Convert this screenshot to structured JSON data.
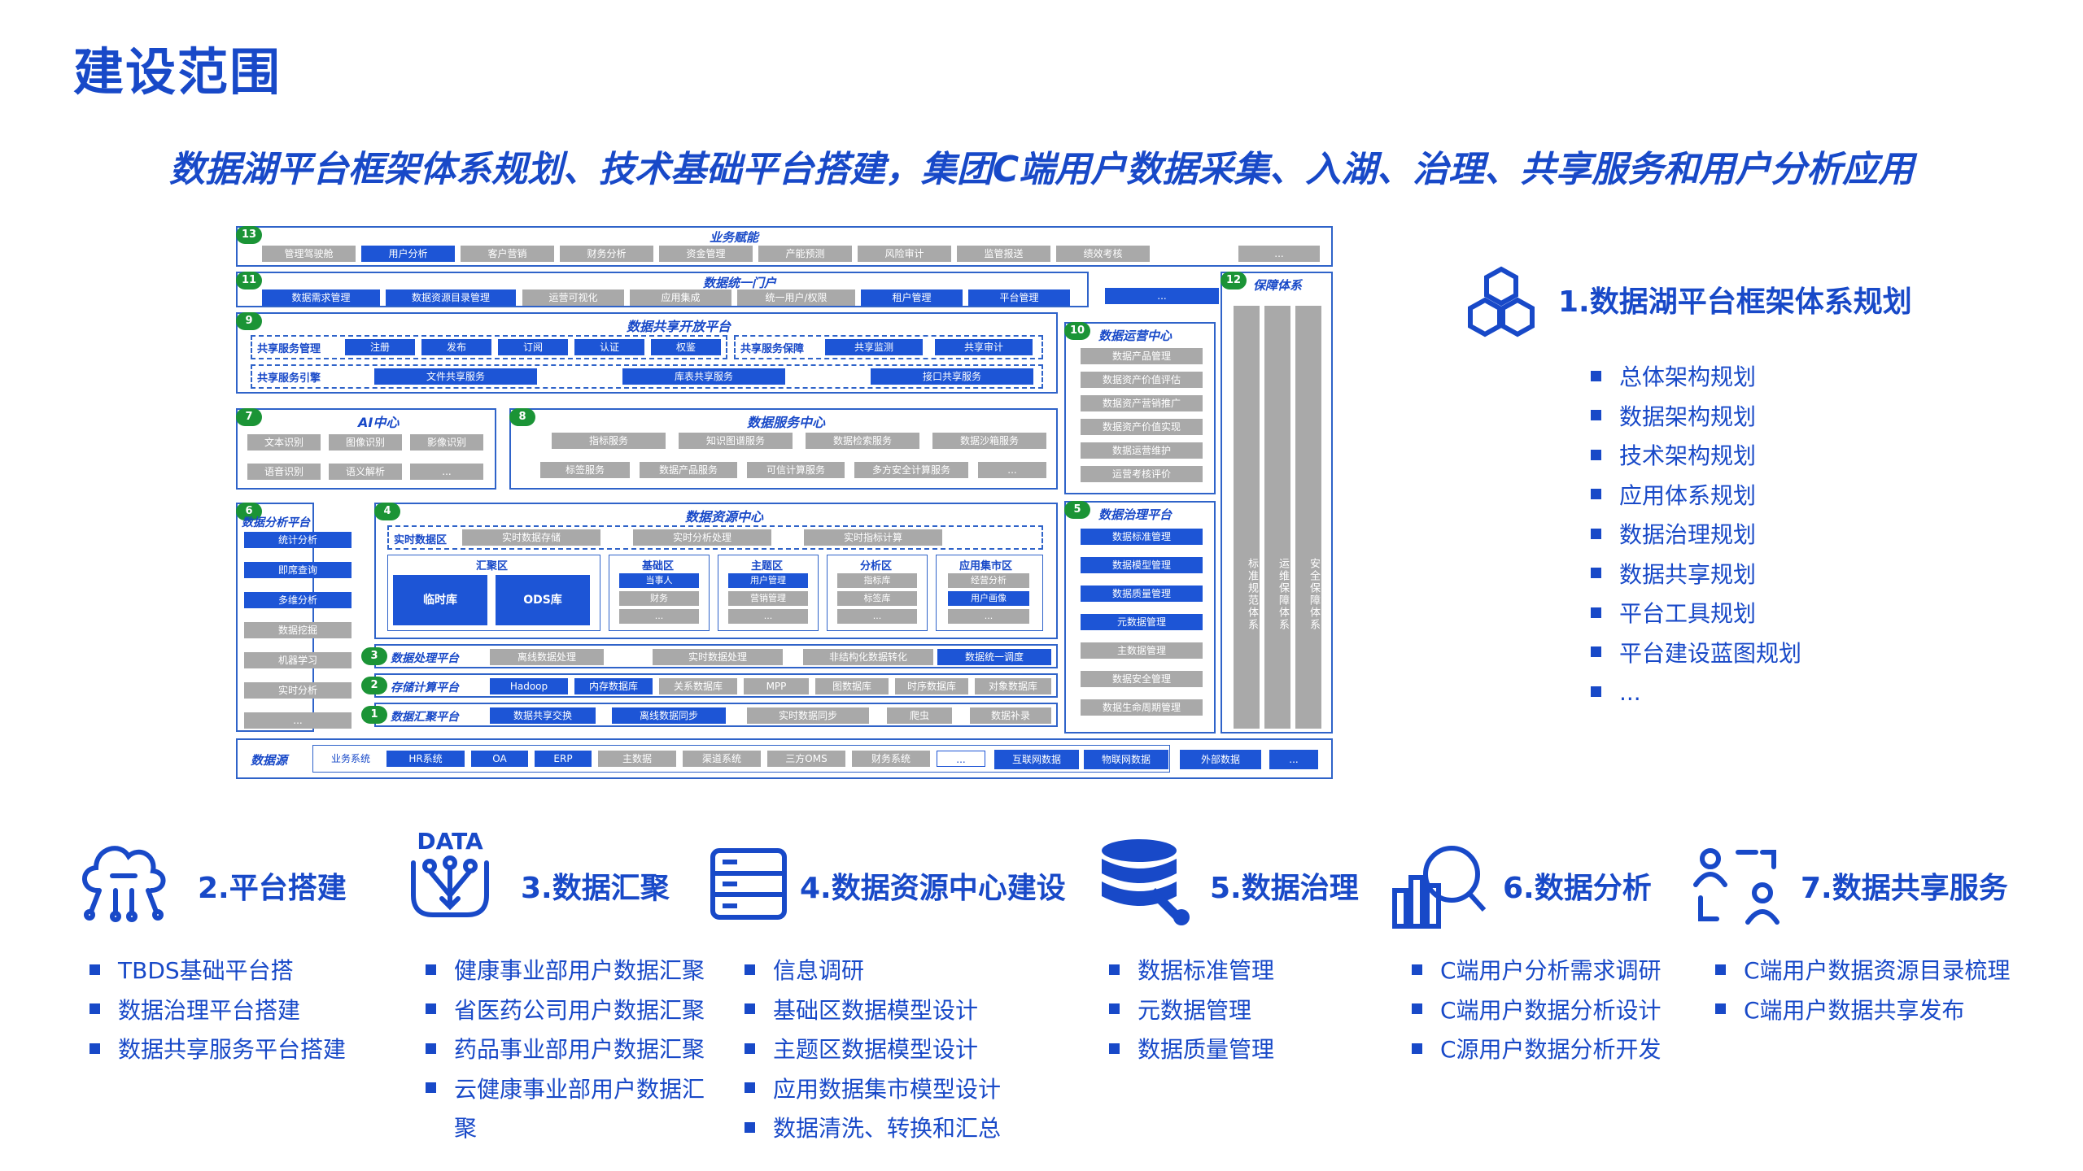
{
  "title": "建设范围",
  "subtitle": "数据湖平台框架体系规划、技术基础平台搭建，集团C端用户数据采集、入湖、治理、共享服务和用户分析应用",
  "arch": {
    "l13": {
      "num": "13",
      "label": "业务赋能",
      "items": [
        "管理驾驶舱",
        "用户分析",
        "客户营销",
        "财务分析",
        "资金管理",
        "产能预测",
        "风险审计",
        "监管报送",
        "绩效考核",
        "..."
      ]
    },
    "l11": {
      "num": "11",
      "label": "数据统一门户",
      "items": [
        "数据需求管理",
        "数据资源目录管理",
        "运营可视化",
        "应用集成",
        "统一用户/权限",
        "租户管理",
        "平台管理",
        "..."
      ]
    },
    "l12": {
      "num": "12",
      "label": "保障体系",
      "cols": [
        "标准规范体系",
        "运维保障体系",
        "安全保障体系"
      ]
    },
    "l9": {
      "num": "9",
      "label": "数据共享开放平台",
      "mgmt_label": "共享服务管理",
      "mgmt": [
        "注册",
        "发布",
        "订阅",
        "认证",
        "权鉴"
      ],
      "guard_label": "共享服务保障",
      "guard": [
        "共享监测",
        "共享审计"
      ],
      "engine_label": "共享服务引擎",
      "engine": [
        "文件共享服务",
        "库表共享服务",
        "接口共享服务"
      ]
    },
    "l10": {
      "num": "10",
      "label": "数据运营中心",
      "items": [
        "数据产品管理",
        "数据资产价值评估",
        "数据资产营销推广",
        "数据资产价值实现",
        "数据运营维护",
        "运营考核评价"
      ]
    },
    "l7": {
      "num": "7",
      "label": "AI中心",
      "items": [
        "文本识别",
        "图像识别",
        "影像识别",
        "语音识别",
        "语义解析",
        "..."
      ]
    },
    "l8": {
      "num": "8",
      "label": "数据服务中心",
      "items": [
        "指标服务",
        "知识图谱服务",
        "数据检索服务",
        "数据沙箱服务",
        "标签服务",
        "数据产品服务",
        "可信计算服务",
        "多方安全计算服务",
        "..."
      ]
    },
    "l6": {
      "num": "6",
      "label": "数据分析平台",
      "items": [
        "统计分析",
        "即席查询",
        "多维分析",
        "数据挖掘",
        "机器学习",
        "实时分析",
        "..."
      ]
    },
    "l4": {
      "num": "4",
      "label": "数据资源中心",
      "rt_label": "实时数据区",
      "rt": [
        "实时数据存储",
        "实时分析处理",
        "实时指标计算"
      ],
      "hub_label": "汇聚区",
      "hub": [
        "临时库",
        "ODS库"
      ],
      "base_label": "基础区",
      "base": [
        "当事人",
        "财务",
        "..."
      ],
      "theme_label": "主题区",
      "theme": [
        "用户管理",
        "营销管理",
        "..."
      ],
      "ana_label": "分析区",
      "ana": [
        "指标库",
        "标签库",
        "..."
      ],
      "mart_label": "应用集市区",
      "mart": [
        "经营分析",
        "用户画像",
        "..."
      ]
    },
    "l5": {
      "num": "5",
      "label": "数据治理平台",
      "items": [
        "数据标准管理",
        "数据模型管理",
        "数据质量管理",
        "元数据管理",
        "主数据管理",
        "数据安全管理",
        "数据生命周期管理"
      ]
    },
    "l3": {
      "num": "3",
      "label": "数据处理平台",
      "items": [
        "离线数据处理",
        "实时数据处理",
        "非结构化数据转化",
        "数据统一调度"
      ]
    },
    "l2": {
      "num": "2",
      "label": "存储计算平台",
      "items": [
        "Hadoop",
        "内存数据库",
        "关系数据库",
        "MPP",
        "图数据库",
        "时序数据库",
        "对象数据库"
      ]
    },
    "l1": {
      "num": "1",
      "label": "数据汇聚平台",
      "items": [
        "数据共享交换",
        "离线数据同步",
        "实时数据同步",
        "爬虫",
        "数据补录"
      ]
    },
    "src": {
      "label": "数据源",
      "inner": [
        "业务系统",
        "HR系统",
        "OA",
        "ERP",
        "主数据",
        "渠道系统",
        "三方OMS",
        "财务系统",
        "..."
      ],
      "outer": [
        "互联网数据",
        "物联网数据",
        "外部数据",
        "..."
      ]
    }
  },
  "plan": {
    "title": "1.数据湖平台框架体系规划",
    "items": [
      "总体架构规划",
      "数据架构规划",
      "技术架构规划",
      "应用体系规划",
      "数据治理规划",
      "数据共享规划",
      "平台工具规划",
      "平台建设蓝图规划",
      "..."
    ]
  },
  "sections": [
    {
      "title": "2.平台搭建",
      "icon": "cloud-network-icon",
      "items": [
        "TBDS基础平台搭",
        "数据治理平台搭建",
        "数据共享服务平台搭建"
      ]
    },
    {
      "title": "3.数据汇聚",
      "icon": "data-converge-icon",
      "icon_text": "DATA",
      "items": [
        "健康事业部用户数据汇聚",
        "省医药公司用户数据汇聚",
        "药品事业部用户数据汇聚",
        "云健康事业部用户数据汇",
        "聚"
      ]
    },
    {
      "title": "4.数据资源中心建设",
      "icon": "database-form-icon",
      "items": [
        "信息调研",
        "基础区数据模型设计",
        "主题区数据模型设计",
        "应用数据集市模型设计",
        "数据清洗、转换和汇总"
      ]
    },
    {
      "title": "5.数据治理",
      "icon": "database-wrench-icon",
      "items": [
        "数据标准管理",
        "元数据管理",
        "数据质量管理"
      ]
    },
    {
      "title": "6.数据分析",
      "icon": "bar-chart-magnifier-icon",
      "items": [
        "C端用户分析需求调研",
        "C端用户数据分析设计",
        "C源用户数据分析开发"
      ]
    },
    {
      "title": "7.数据共享服务",
      "icon": "users-share-icon",
      "items": [
        "C端用户数据资源目录梳理",
        "C端用户数据共享发布"
      ]
    }
  ],
  "colors": {
    "primary": "#1849c8",
    "chip_blue": "#1d55d6",
    "chip_gray": "#a9a9a9",
    "badge_green": "#1b9436"
  }
}
